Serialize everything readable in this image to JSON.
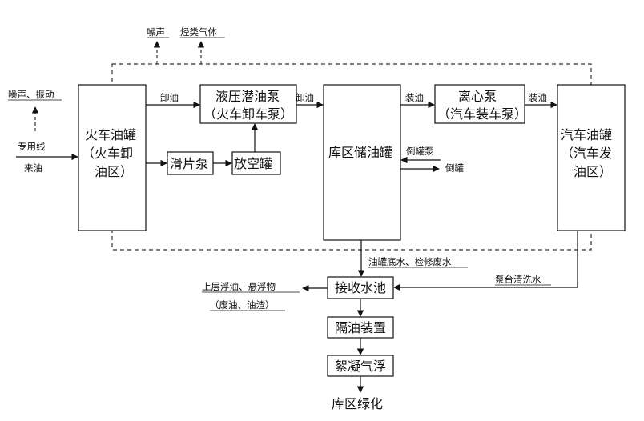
{
  "left_inputs": {
    "noise_vibration": "噪声、振动",
    "special_line": "专用线",
    "incoming_oil": "来油"
  },
  "top_emissions": {
    "noise": "噪声",
    "hydrocarbon_gas": "烃类气体"
  },
  "nodes": {
    "train_tank": [
      "火车油罐",
      "（火车卸",
      "油区）"
    ],
    "hydraulic_pump": [
      "液压潜油泵",
      "（火车卸车泵）"
    ],
    "slide_pump": "滑片泵",
    "vent_tank": "放空罐",
    "storage_tank": "库区储油罐",
    "centrifugal_pump": [
      "离心泵",
      "（汽车装车泵）"
    ],
    "truck_tank": [
      "汽车油罐",
      "（汽车发",
      "油区）"
    ],
    "collection_pool": "接收水池",
    "oil_separator": "隔油装置",
    "flocculation": "絮凝气浮"
  },
  "edge_labels": {
    "unload_1": "卸油",
    "unload_2": "卸油",
    "load_1": "装油",
    "load_2": "装油",
    "transfer_pump": "倒罐泵",
    "transfer": "倒罐",
    "tank_bottom_water": "油罐底水、检修废水",
    "platform_wash": "泵台清洗水"
  },
  "pool_outputs": {
    "floating": "上层浮油、悬浮物",
    "waste": "（废油、油渣）"
  },
  "final_output": "库区绿化"
}
